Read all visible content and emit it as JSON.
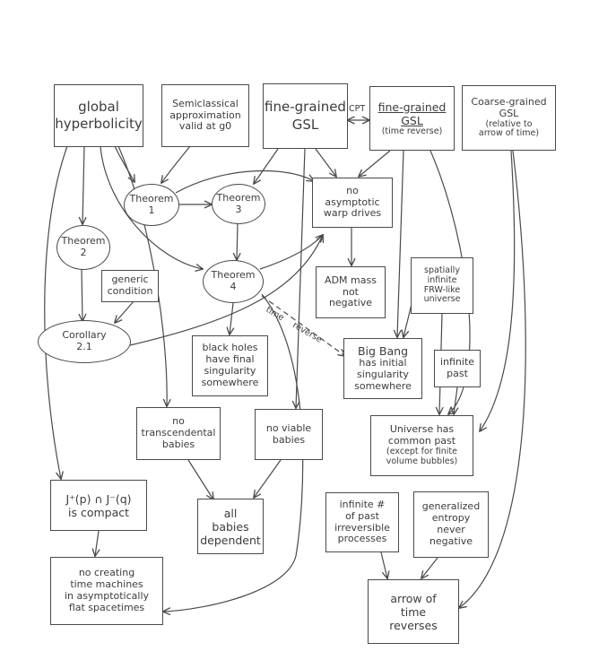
{
  "nodes": {
    "global_hyperbolicity": [
      "global",
      "hyperbolicity"
    ],
    "semiclassical": [
      "Semiclassical",
      "approximation",
      "valid at g0"
    ],
    "fine_gsl": [
      "fine-grained",
      "GSL"
    ],
    "fine_gsl_rev": [
      "fine-grained",
      "GSL",
      "(time reverse)"
    ],
    "coarse_gsl": [
      "Coarse-grained",
      "GSL",
      "(relative to",
      "arrow of time)"
    ],
    "theorem1": [
      "Theorem",
      "1"
    ],
    "theorem3": [
      "Theorem",
      "3"
    ],
    "no_warp": [
      "no",
      "asymptotic",
      "warp drives"
    ],
    "theorem2": [
      "Theorem",
      "2"
    ],
    "theorem4": [
      "Theorem",
      "4"
    ],
    "generic_condition": [
      "generic",
      "condition"
    ],
    "adm_mass": [
      "ADM mass",
      "not",
      "negative"
    ],
    "spatially_infinite": [
      "spatially",
      "infinite",
      "FRW-like",
      "universe"
    ],
    "corollary": [
      "Corollary",
      "2.1"
    ],
    "black_holes": [
      "black holes",
      "have final",
      "singularity",
      "somewhere"
    ],
    "big_bang": [
      "Big Bang",
      "has initial",
      "singularity",
      "somewhere"
    ],
    "infinite_past": [
      "infinite",
      "past"
    ],
    "no_transcendental": [
      "no",
      "transcendental",
      "babies"
    ],
    "no_viable": [
      "no viable",
      "babies"
    ],
    "common_past": [
      "Universe has",
      "common past",
      "(except for finite",
      "volume bubbles)"
    ],
    "compact": [
      "J⁺(p) ∩ J⁻(q)",
      "is compact"
    ],
    "all_babies": [
      "all",
      "babies",
      "dependent"
    ],
    "infinite_processes": [
      "infinite #",
      "of past",
      "irreversible",
      "processes"
    ],
    "generalized_entropy": [
      "generalized",
      "entropy",
      "never",
      "negative"
    ],
    "no_time_machines": [
      "no creating",
      "time machines",
      "in asymptotically",
      "flat spacetimes"
    ],
    "arrow_reverses": [
      "arrow of",
      "time",
      "reverses"
    ]
  },
  "edge_labels": {
    "cpt": "CPT",
    "time_reverse": [
      "time",
      "reverse"
    ]
  }
}
